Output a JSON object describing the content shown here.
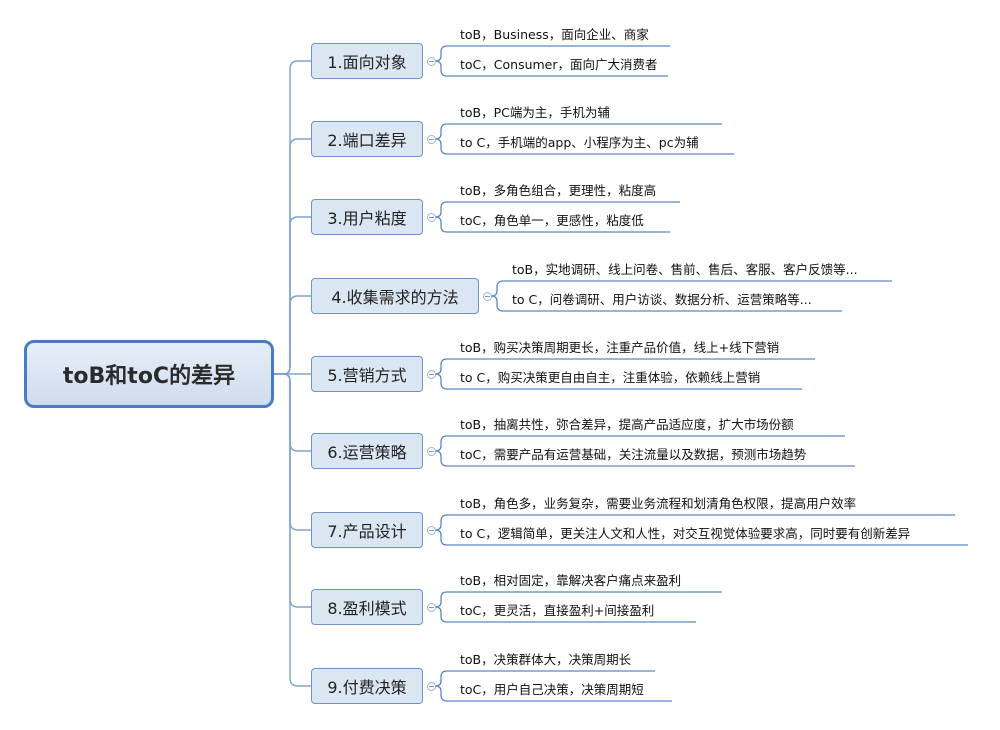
{
  "root": {
    "label": "toB和toC的差异"
  },
  "topics": [
    {
      "label": "1.面向对象",
      "items": [
        "toB，Business，面向企业、商家",
        "toC，Consumer，面向广大消费者"
      ]
    },
    {
      "label": "2.端口差异",
      "items": [
        "toB，PC端为主，手机为辅",
        "to C，手机端的app、小程序为主、pc为辅"
      ]
    },
    {
      "label": "3.用户粘度",
      "items": [
        "toB，多角色组合，更理性，粘度高",
        "toC，角色单一，更感性，粘度低"
      ]
    },
    {
      "label": "4.收集需求的方法",
      "items": [
        "toB，实地调研、线上问卷、售前、售后、客服、客户反馈等...",
        "to C，问卷调研、用户访谈、数据分析、运营策略等..."
      ]
    },
    {
      "label": "5.营销方式",
      "items": [
        "toB，购买决策周期更长，注重产品价值，线上+线下营销",
        "to C，购买决策更自由自主，注重体验，依赖线上营销"
      ]
    },
    {
      "label": "6.运营策略",
      "items": [
        "toB，抽离共性，弥合差异，提高产品适应度，扩大市场份额",
        "toC，需要产品有运营基础，关注流量以及数据，预测市场趋势"
      ]
    },
    {
      "label": "7.产品设计",
      "items": [
        "toB，角色多，业务复杂，需要业务流程和划清角色权限，提高用户效率",
        "to C，逻辑简单，更关注人文和人性，对交互视觉体验要求高，同时要有创新差异"
      ]
    },
    {
      "label": "8.盈利模式",
      "items": [
        "toB，相对固定，靠解决客户痛点来盈利",
        "toC，更灵活，直接盈利+间接盈利"
      ]
    },
    {
      "label": "9.付费决策",
      "items": [
        "toB，决策群体大，决策周期长",
        "toC，用户自己决策，决策周期短"
      ]
    }
  ],
  "colors": {
    "branch_line": "#7fa2d1",
    "leaf_line": "#5b87c4",
    "topic_fill": "#dbe6f3",
    "root_border": "#4a7cc0"
  }
}
